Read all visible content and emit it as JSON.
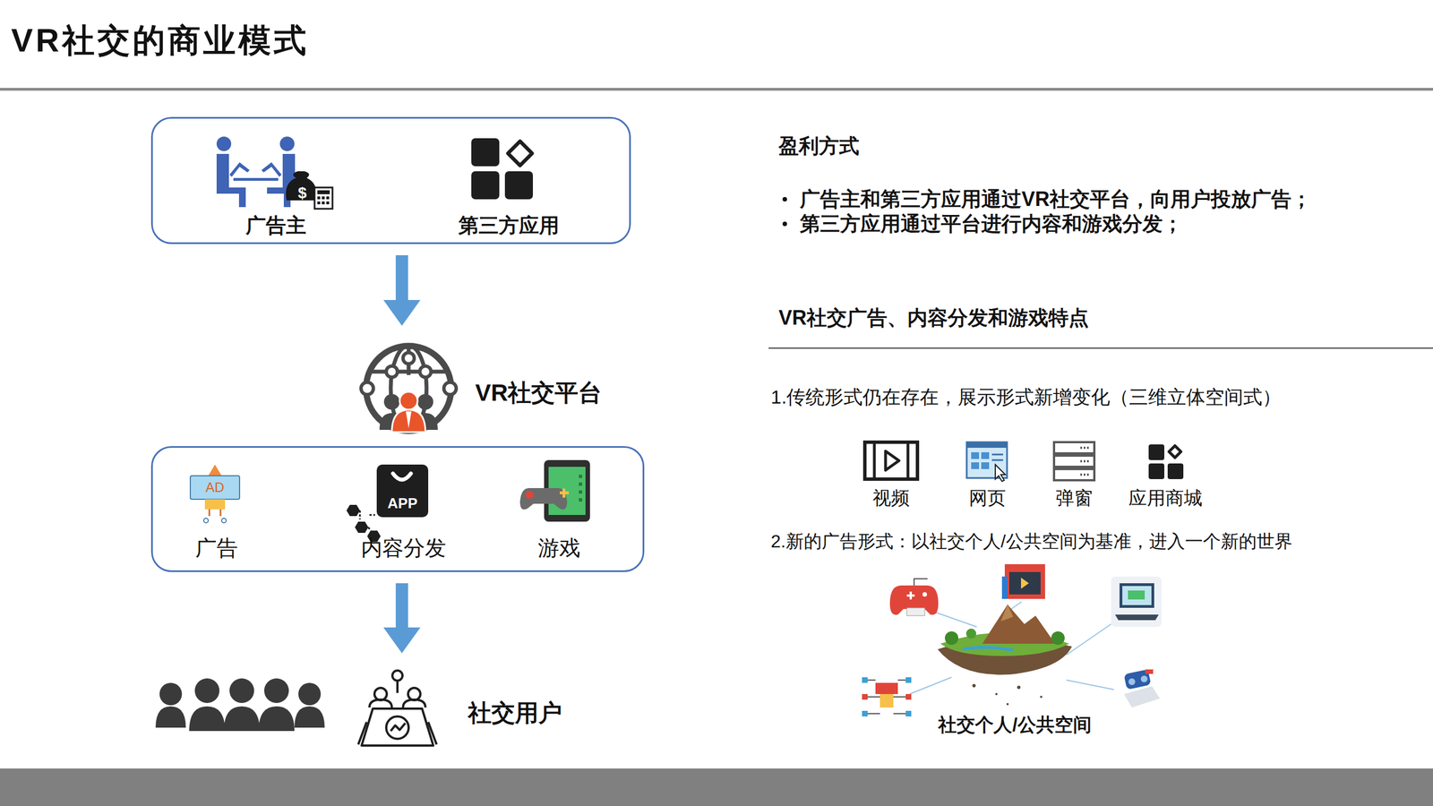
{
  "diagram": {
    "title": "VR社交的商业模式",
    "nodes": [
      {
        "text": [
          "广告主",
          "第三方应用"
        ]
      },
      {
        "text": [
          "VR社交平台"
        ]
      },
      {
        "text": [
          "广告",
          "内容分发",
          "游戏"
        ]
      },
      {
        "text": [
          "社交用户"
        ]
      }
    ],
    "edges": [
      {
        "from": 0,
        "to": 1,
        "arrow": "to"
      },
      {
        "from": 2,
        "to": 3,
        "arrow": "to"
      }
    ],
    "labels": [
      "盈利方式",
      "广告主和第三方应用通过VR社交平台，向用户投放广告；",
      "第三方应用通过平台进行内容和游戏分发；",
      "VR社交广告、内容分发和游戏特点",
      "1.传统形式仍在存在，展示形式新增变化（三维立体空间式）",
      "视频",
      "网页",
      "弹窗",
      "应用商城",
      "2.新的广告形式：以社交个人/公共空间为基准，进入一个新的世界",
      "社交个人/公共空间",
      "$",
      "AD",
      "APP"
    ]
  }
}
